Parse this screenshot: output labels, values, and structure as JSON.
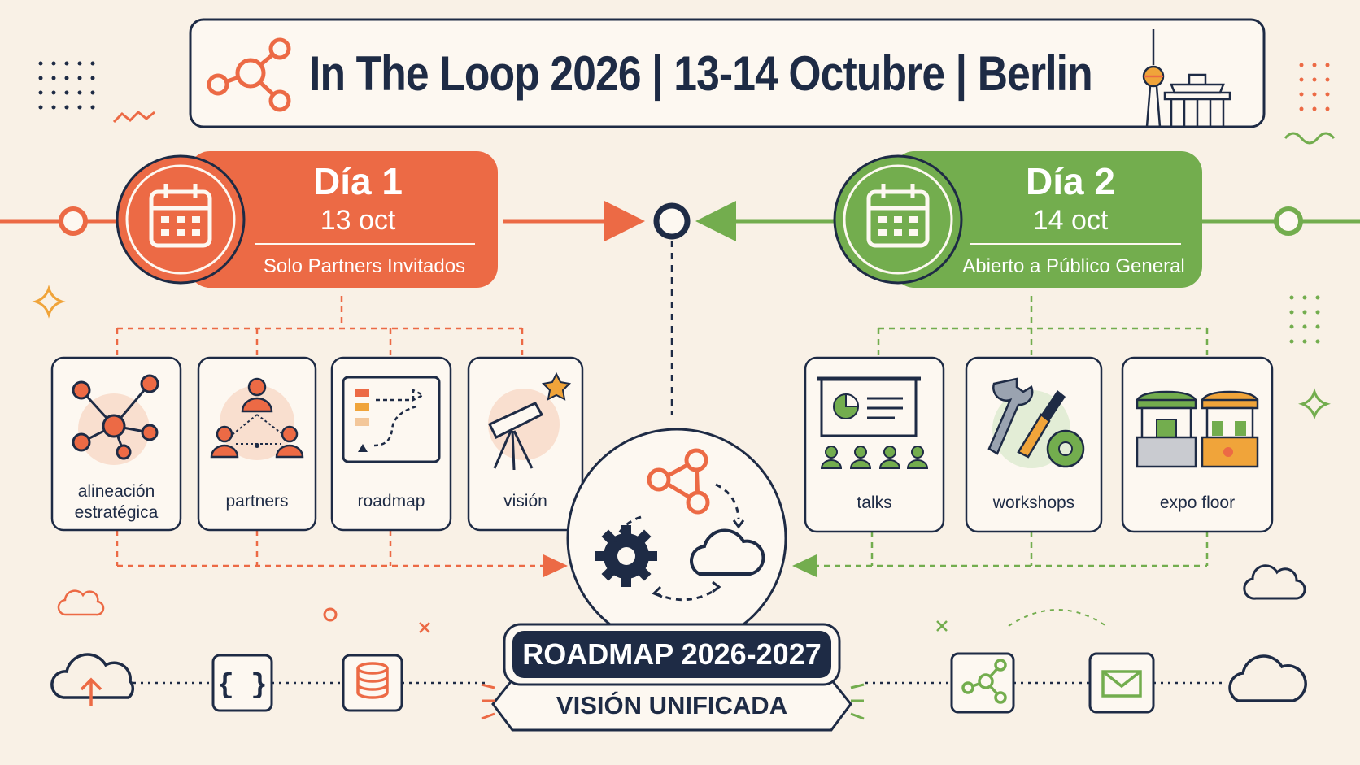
{
  "header": {
    "title": "In The Loop 2026 | 13-14 Octubre | Berlin"
  },
  "day1": {
    "title": "Día 1",
    "date": "13 oct",
    "note": "Solo Partners Invitados",
    "color": "#ec6a45",
    "cards": [
      "alineación estratégica",
      "partners",
      "roadmap",
      "visión"
    ]
  },
  "day2": {
    "title": "Día 2",
    "date": "14 oct",
    "note": "Abierto a Público General",
    "color": "#73ad4e",
    "cards": [
      "talks",
      "workshops",
      "expo floor"
    ]
  },
  "hub": {
    "icons": [
      "share-network-icon",
      "gear-icon",
      "cloud-icon",
      "cycle-arrows-icon"
    ]
  },
  "banner": {
    "title": "ROADMAP 2026-2027",
    "subtitle": "VISIÓN UNIFICADA"
  },
  "footer": {
    "left_icons": [
      "cloud-upload-icon",
      "code-braces-icon",
      "database-icon"
    ],
    "right_icons": [
      "share-network-icon",
      "mail-icon",
      "cloud-icon"
    ]
  },
  "colors": {
    "navy": "#1e2b45",
    "background": "#f9f1e6",
    "orange": "#ec6a45",
    "green": "#73ad4e"
  }
}
